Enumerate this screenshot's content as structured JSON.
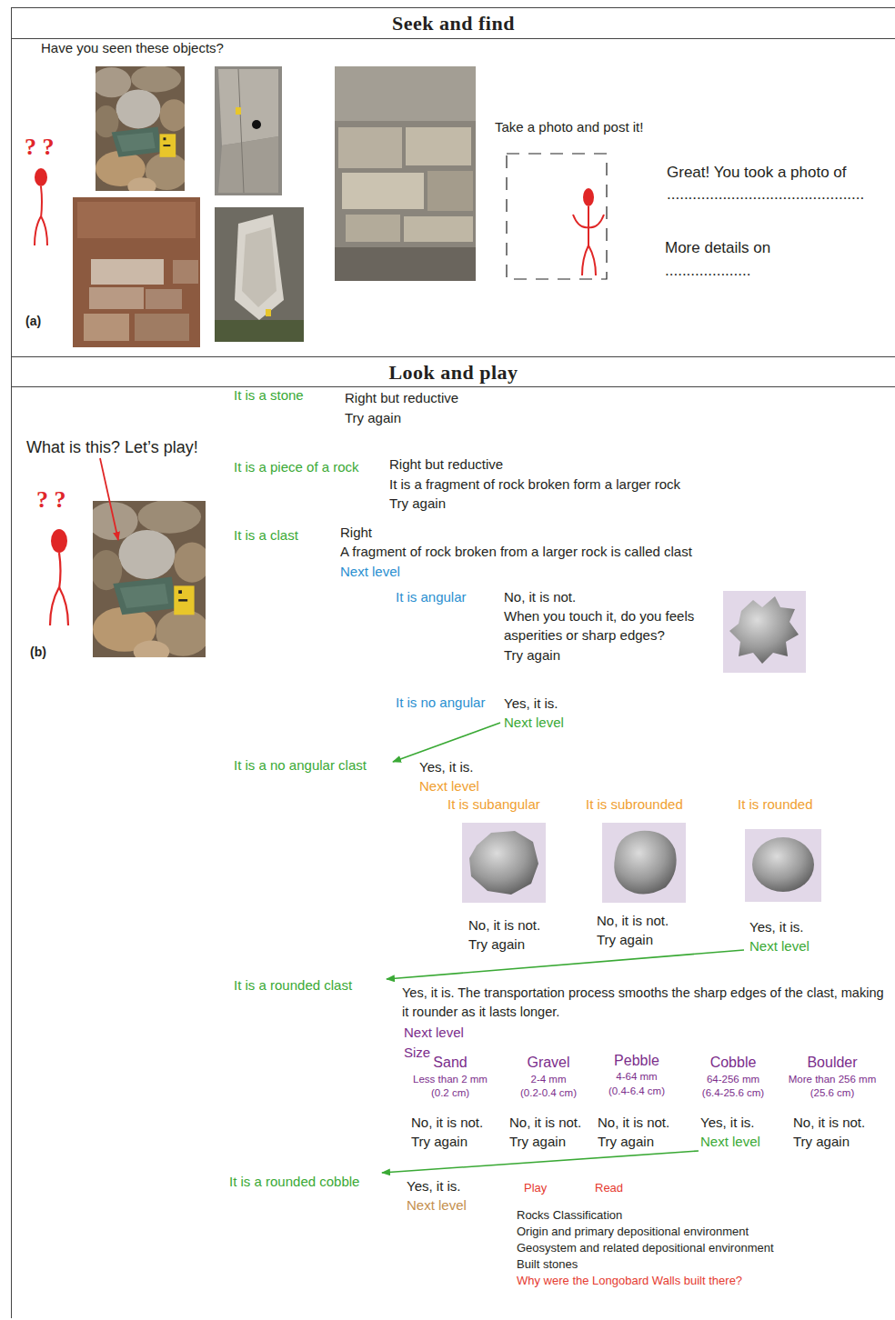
{
  "diagram": {
    "nodes": [
      {
        "text": [
          "Seek and find"
        ]
      },
      {
        "text": [
          "Look and play"
        ]
      }
    ],
    "labels": [
      "Have you seen these objects?",
      "? ?",
      "(a)",
      "Take a photo and post it!",
      "Great! You took a photo of",
      "..............................................",
      "More details on",
      "....................",
      "What is this? Let’s play!",
      "? ?",
      "(b)",
      "It is a stone",
      "Right but reductive",
      "Try again",
      "It is a piece of a rock",
      "Right but reductive",
      "It is a fragment of rock broken form a larger rock",
      "Try again",
      "It is a clast",
      "Right",
      "A fragment of rock broken from a larger rock is called clast",
      "Next level",
      "It is angular",
      "No, it is not.",
      "When you touch it, do you feels asperities or sharp edges?",
      "Try again",
      "It is no angular",
      "Yes, it is.",
      "Next level",
      "It is a no angular clast",
      "Yes, it is.",
      "Next level",
      "It is subangular",
      "It is subrounded",
      "It is rounded",
      "No, it is not.",
      "Try again",
      "No, it is not.",
      "Try again",
      "Yes, it is.",
      "Next level",
      "It is a rounded clast",
      "Yes, it is. The transportation process smooths the sharp edges of the clast, making it rounder as it lasts longer.",
      "Next level",
      "Size",
      "Sand",
      "Less than 2 mm",
      "(0.2 cm)",
      "Gravel",
      "2-4 mm",
      "(0.2-0.4 cm)",
      "Pebble",
      "4-64 mm",
      "(0.4-6.4 cm)",
      "Cobble",
      "64-256 mm",
      "(6.4-25.6 cm)",
      "Boulder",
      "More than 256 mm",
      "(25.6 cm)",
      "No, it is not.",
      "Try again",
      "No, it is not.",
      "Try again",
      "No, it is not.",
      "Try again",
      "Yes, it is.",
      "Next level",
      "No, it is not.",
      "Try again",
      "It is a rounded cobble",
      "Yes, it is.",
      "Next level",
      "Play",
      "Read",
      "Rocks Classification",
      "Origin and primary depositional environment",
      "Geosystem and related depositional environment",
      "Built stones",
      "Why were the Longobard Walls built there?"
    ]
  }
}
